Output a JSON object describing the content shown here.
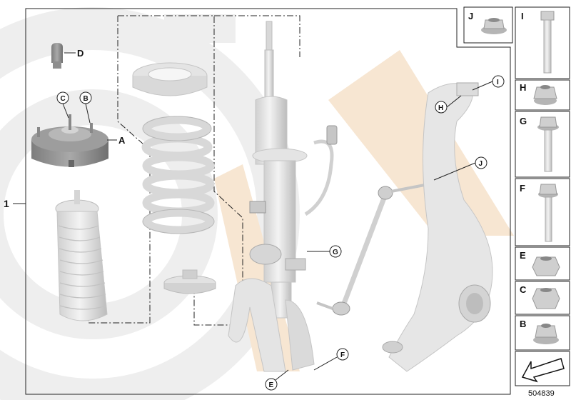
{
  "diagram": {
    "assembly_number": "1",
    "main_labels": {
      "a": "A",
      "d": "D"
    },
    "callouts": {
      "c": "C",
      "b": "B",
      "g": "G",
      "e": "E",
      "f": "F",
      "h": "H",
      "i": "I",
      "j": "J"
    },
    "sidebar_parts": [
      {
        "label": "J",
        "icon": "flange-nut-icon"
      },
      {
        "label": "I",
        "icon": "long-bolt-icon"
      },
      {
        "label": "H",
        "icon": "hex-nut-icon"
      },
      {
        "label": "G",
        "icon": "flange-bolt-icon"
      },
      {
        "label": "F",
        "icon": "long-flange-bolt-icon"
      },
      {
        "label": "E",
        "icon": "hex-nut-icon"
      },
      {
        "label": "C",
        "icon": "hex-nut-icon"
      },
      {
        "label": "B",
        "icon": "flange-nut-icon"
      }
    ],
    "part_number": "504839",
    "colors": {
      "part_fill": "#e6e6e6",
      "part_shade": "#bdbdbd",
      "watermark_gray": "#ededed",
      "watermark_orange": "#f6e4d0",
      "line": "#222222"
    }
  }
}
